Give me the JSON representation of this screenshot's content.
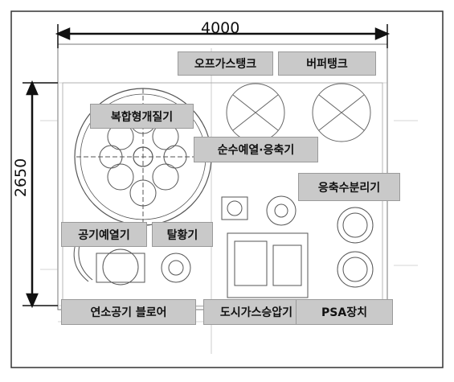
{
  "dimensions": {
    "width_label": "4000",
    "height_label": "2650"
  },
  "labels": {
    "offgas_tank": "오프가스탱크",
    "buffer_tank": "버퍼탱크",
    "composite_reformer": "복합형개질기",
    "pure_water_preheater_condenser": "순수예열·응축기",
    "condensate_separator": "응축수분리기",
    "air_preheater": "공기예열기",
    "desulfurizer": "탈황기",
    "combustion_air_blower": "연소공기 블로어",
    "city_gas_booster": "도시가스승압기",
    "psa_unit": "PSA장치"
  },
  "colors": {
    "label_fill": "#c9c9c9",
    "line": "#555555",
    "frame": "#333333"
  }
}
